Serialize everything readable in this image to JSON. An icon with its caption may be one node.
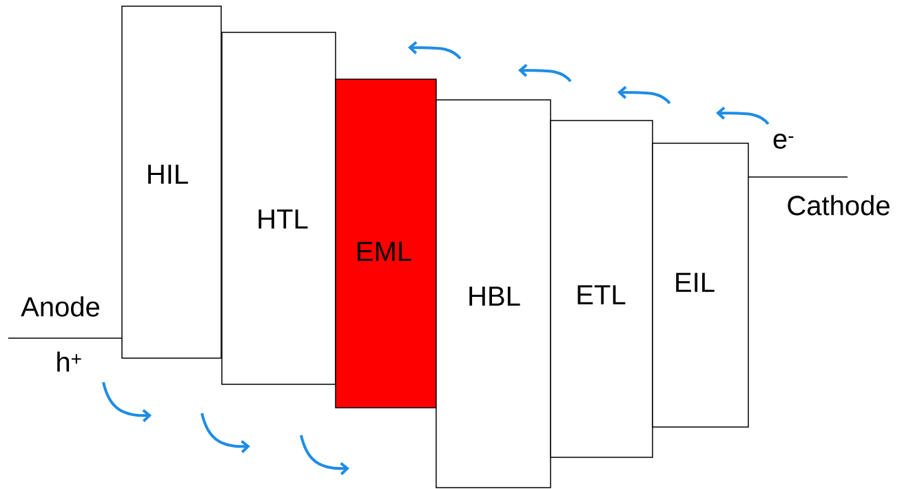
{
  "diagram": {
    "nodes": [
      {
        "text": [
          "HIL"
        ]
      },
      {
        "text": [
          "HTL"
        ]
      },
      {
        "text": [
          "EML"
        ]
      },
      {
        "text": [
          "HBL"
        ]
      },
      {
        "text": [
          "ETL"
        ]
      },
      {
        "text": [
          "EIL"
        ]
      }
    ],
    "labels": [
      "Anode",
      "h$^{+}$",
      "e$^{-}$",
      "Cathode"
    ]
  }
}
